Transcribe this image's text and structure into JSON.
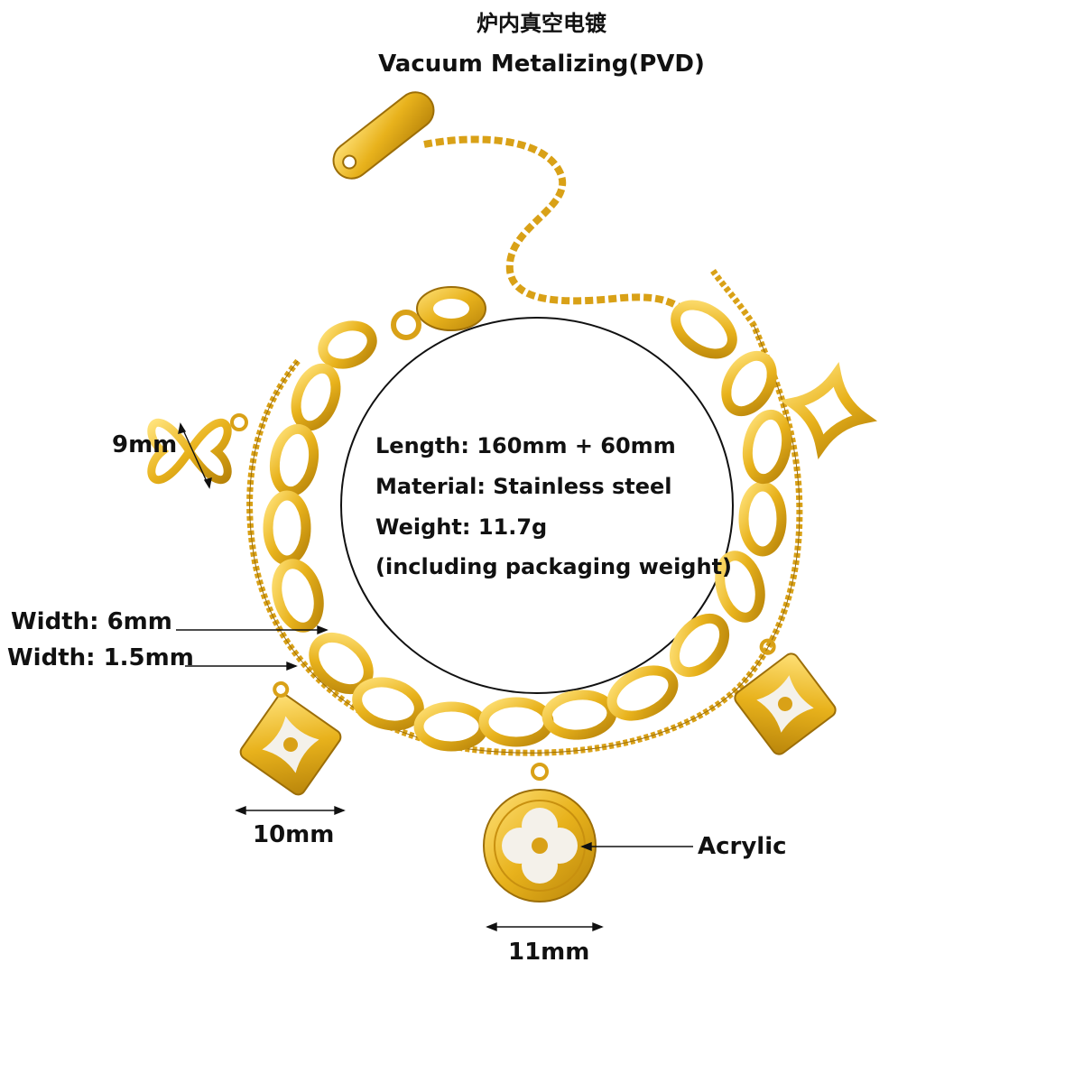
{
  "header": {
    "title_cn": "炉内真空电镀",
    "title_en": "Vacuum Metalizing(PVD)"
  },
  "specs": {
    "length": "Length: 160mm + 60mm",
    "material": "Material: Stainless steel",
    "weight": "Weight: 11.7g",
    "note": "(including packaging weight)"
  },
  "dimensions": {
    "charm_butterfly": "9mm",
    "chain_wide": "Width: 6mm",
    "chain_thin": "Width: 1.5mm",
    "charm_diamond": "10mm",
    "charm_round": "11mm",
    "material_callout": "Acrylic"
  },
  "colors": {
    "gold": "#E8B21C",
    "gold_dark": "#B8840A",
    "gold_light": "#FFE27A",
    "shell": "#F4F1EA",
    "ink": "#111111"
  },
  "icons": [
    "butterfly-charm-icon",
    "diamond-clover-charm-icon",
    "round-clover-charm-icon",
    "lobster-clasp-icon",
    "tag-icon"
  ]
}
